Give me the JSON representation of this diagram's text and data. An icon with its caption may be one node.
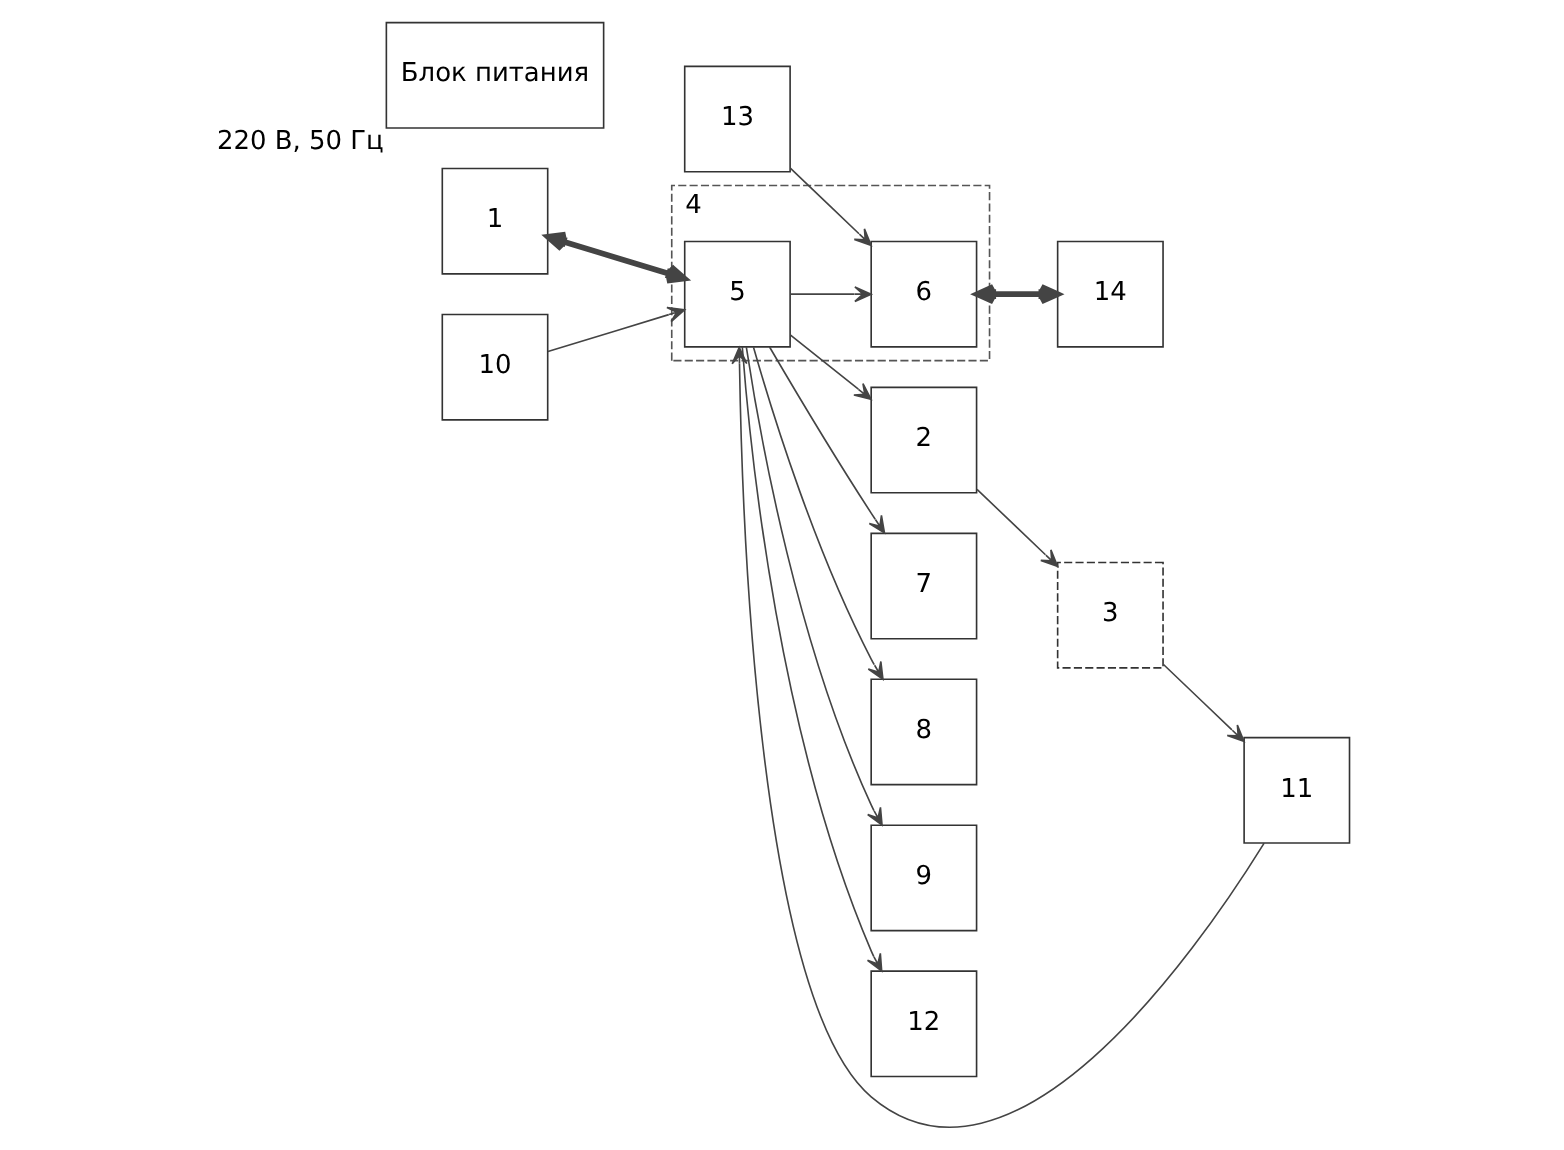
{
  "diagram": {
    "nodes": [
      {
        "text": [
          "1"
        ]
      },
      {
        "text": [
          "2"
        ]
      },
      {
        "text": [
          "3"
        ]
      },
      {
        "text": [
          "4"
        ]
      },
      {
        "text": [
          "5"
        ],
        "in": 3
      },
      {
        "text": [
          "6"
        ],
        "in": 3
      },
      {
        "text": [
          "7"
        ]
      },
      {
        "text": [
          "8"
        ]
      },
      {
        "text": [
          "9"
        ]
      },
      {
        "text": [
          "10"
        ]
      },
      {
        "text": [
          "11"
        ]
      },
      {
        "text": [
          "12"
        ]
      },
      {
        "text": [
          "13"
        ]
      },
      {
        "text": [
          "14"
        ]
      },
      {
        "text": [
          "Блок питания"
        ],
        "beside": [
          "220 В, 50 Гц"
        ]
      }
    ],
    "edges": [
      {
        "from": 0,
        "to": 4,
        "arrow": "both",
        "style": "thick"
      },
      {
        "from": 4,
        "to": 1,
        "arrow": "to"
      },
      {
        "from": 1,
        "to": 2,
        "arrow": "to"
      },
      {
        "from": 2,
        "to": 10,
        "arrow": "to"
      },
      {
        "from": 9,
        "to": 4,
        "arrow": "to"
      },
      {
        "from": 10,
        "to": 4,
        "arrow": "to"
      },
      {
        "from": 12,
        "to": 5,
        "arrow": "to"
      },
      {
        "from": 4,
        "to": 5,
        "arrow": "to"
      },
      {
        "from": 5,
        "to": 13,
        "arrow": "both",
        "style": "thick"
      },
      {
        "from": 4,
        "to": 6,
        "arrow": "to"
      },
      {
        "from": 4,
        "to": 7,
        "arrow": "to"
      },
      {
        "from": 4,
        "to": 8,
        "arrow": "to"
      },
      {
        "from": 4,
        "to": 11,
        "arrow": "to"
      }
    ]
  }
}
